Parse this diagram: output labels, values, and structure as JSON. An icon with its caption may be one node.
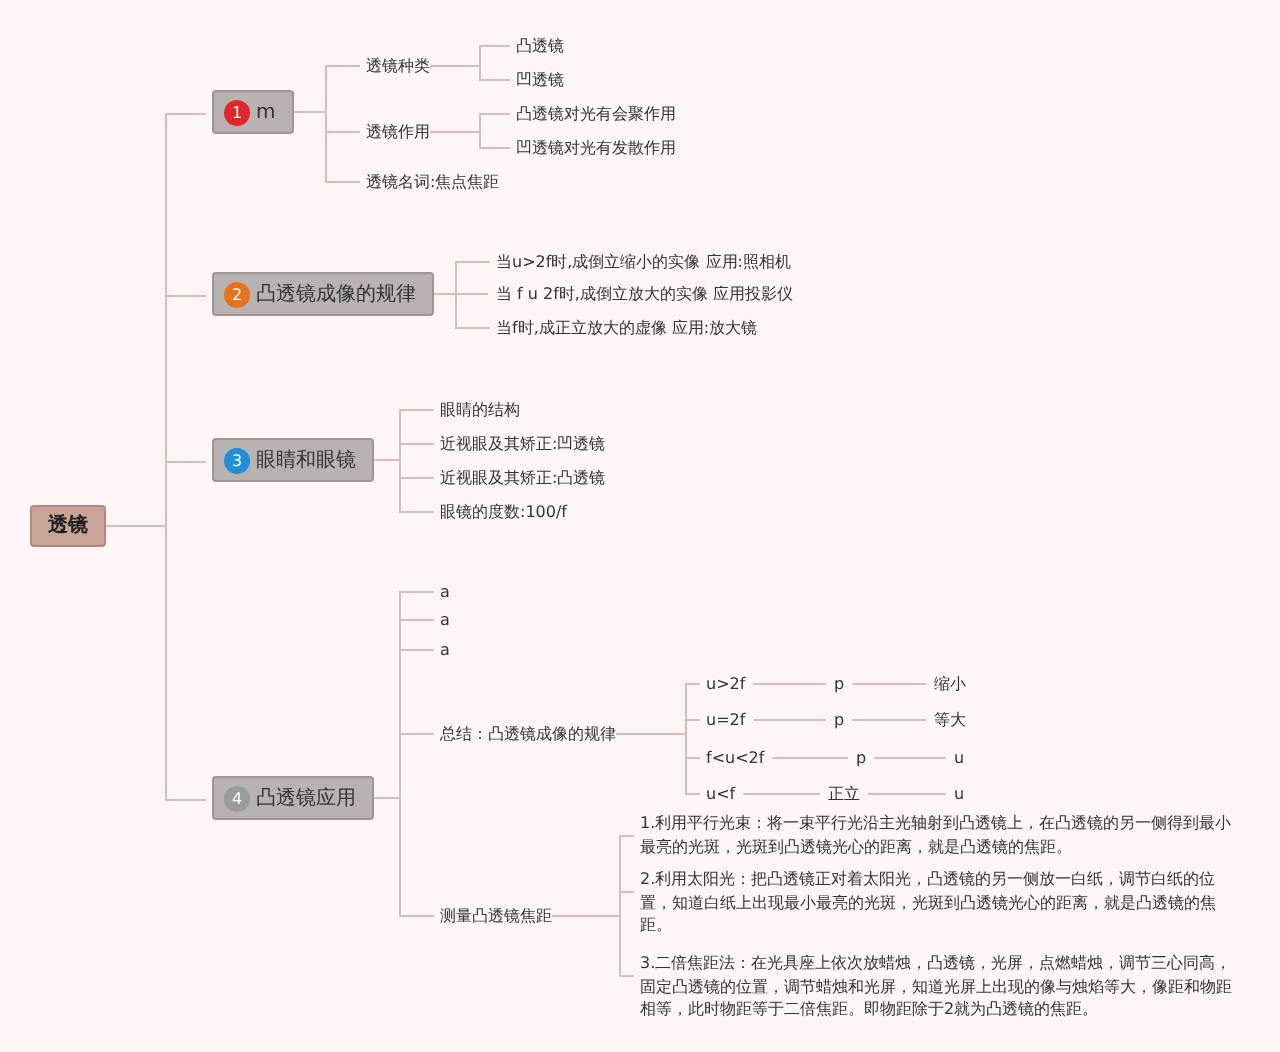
{
  "diagram": {
    "nodes": [
      {
        "text": [
          "透镜"
        ]
      },
      {
        "text": [
          "1",
          "m"
        ]
      },
      {
        "text": [
          "透镜种类"
        ]
      },
      {
        "text": [
          "凸透镜"
        ]
      },
      {
        "text": [
          "凹透镜"
        ]
      },
      {
        "text": [
          "透镜作用"
        ]
      },
      {
        "text": [
          "凸透镜对光有会聚作用"
        ]
      },
      {
        "text": [
          "凹透镜对光有发散作用"
        ]
      },
      {
        "text": [
          "透镜名词:焦点焦距"
        ]
      },
      {
        "text": [
          "2",
          "凸透镜成像的规律"
        ]
      },
      {
        "text": [
          "当u>2f时,成倒立缩小的实像 应用:照相机"
        ]
      },
      {
        "text": [
          "当 f u 2f时,成倒立放大的实像 应用投影仪"
        ]
      },
      {
        "text": [
          "当f时,成正立放大的虚像 应用:放大镜"
        ]
      },
      {
        "text": [
          "3",
          "眼睛和眼镜"
        ]
      },
      {
        "text": [
          "眼睛的结构"
        ]
      },
      {
        "text": [
          "近视眼及其矫正:凹透镜"
        ]
      },
      {
        "text": [
          "近视眼及其矫正:凸透镜"
        ]
      },
      {
        "text": [
          "眼镜的度数:100/f"
        ]
      },
      {
        "text": [
          "4",
          "凸透镜应用"
        ]
      },
      {
        "text": [
          "a"
        ]
      },
      {
        "text": [
          "a"
        ]
      },
      {
        "text": [
          "a"
        ]
      },
      {
        "text": [
          "总结：凸透镜成像的规律"
        ]
      },
      {
        "text": [
          "u>2f"
        ]
      },
      {
        "text": [
          "p"
        ]
      },
      {
        "text": [
          "缩小"
        ]
      },
      {
        "text": [
          "u=2f"
        ]
      },
      {
        "text": [
          "p"
        ]
      },
      {
        "text": [
          "等大"
        ]
      },
      {
        "text": [
          "f<u<2f"
        ]
      },
      {
        "text": [
          "p"
        ]
      },
      {
        "text": [
          "u"
        ]
      },
      {
        "text": [
          "u<f"
        ]
      },
      {
        "text": [
          "正立"
        ]
      },
      {
        "text": [
          "u"
        ]
      },
      {
        "text": [
          "测量凸透镜焦距"
        ]
      },
      {
        "text": [
          "1.利用平行光束：将一束平行光沿主光轴射到凸透镜上，在凸透镜的另一侧得到最小最亮的光斑，光斑到凸透镜光心的距离，就是凸透镜的焦距。"
        ]
      },
      {
        "text": [
          "2.利用太阳光：把凸透镜正对着太阳光，凸透镜的另一侧放一白纸，调节白纸的位置，知道白纸上出现最小最亮的光斑，光斑到凸透镜光心的距离，就是凸透镜的焦距。"
        ]
      },
      {
        "text": [
          "3.二倍焦距法：在光具座上依次放蜡烛，凸透镜，光屏，点燃蜡烛，调节三心同高，固定凸透镜的位置，调节蜡烛和光屏，知道光屏上出现的像与烛焰等大，像距和物距相等，此时物距等于二倍焦距。即物距除于2就为凸透镜的焦距。"
        ]
      }
    ],
    "edges": [
      {
        "from": 0,
        "to": 1,
        "arrow": "none"
      },
      {
        "from": 0,
        "to": 9,
        "arrow": "none"
      },
      {
        "from": 0,
        "to": 13,
        "arrow": "none"
      },
      {
        "from": 0,
        "to": 18,
        "arrow": "none"
      },
      {
        "from": 1,
        "to": 2,
        "arrow": "none"
      },
      {
        "from": 1,
        "to": 5,
        "arrow": "none"
      },
      {
        "from": 1,
        "to": 8,
        "arrow": "none"
      },
      {
        "from": 2,
        "to": 3,
        "arrow": "none"
      },
      {
        "from": 2,
        "to": 4,
        "arrow": "none"
      },
      {
        "from": 5,
        "to": 6,
        "arrow": "none"
      },
      {
        "from": 5,
        "to": 7,
        "arrow": "none"
      },
      {
        "from": 9,
        "to": 10,
        "arrow": "none"
      },
      {
        "from": 9,
        "to": 11,
        "arrow": "none"
      },
      {
        "from": 9,
        "to": 12,
        "arrow": "none"
      },
      {
        "from": 13,
        "to": 14,
        "arrow": "none"
      },
      {
        "from": 13,
        "to": 15,
        "arrow": "none"
      },
      {
        "from": 13,
        "to": 16,
        "arrow": "none"
      },
      {
        "from": 13,
        "to": 17,
        "arrow": "none"
      },
      {
        "from": 18,
        "to": 19,
        "arrow": "none"
      },
      {
        "from": 18,
        "to": 20,
        "arrow": "none"
      },
      {
        "from": 18,
        "to": 21,
        "arrow": "none"
      },
      {
        "from": 18,
        "to": 22,
        "arrow": "none"
      },
      {
        "from": 18,
        "to": 35,
        "arrow": "none"
      },
      {
        "from": 22,
        "to": 23,
        "arrow": "none"
      },
      {
        "from": 22,
        "to": 26,
        "arrow": "none"
      },
      {
        "from": 22,
        "to": 29,
        "arrow": "none"
      },
      {
        "from": 22,
        "to": 32,
        "arrow": "none"
      },
      {
        "from": 23,
        "to": 24,
        "arrow": "none"
      },
      {
        "from": 24,
        "to": 25,
        "arrow": "none"
      },
      {
        "from": 26,
        "to": 27,
        "arrow": "none"
      },
      {
        "from": 27,
        "to": 28,
        "arrow": "none"
      },
      {
        "from": 29,
        "to": 30,
        "arrow": "none"
      },
      {
        "from": 30,
        "to": 31,
        "arrow": "none"
      },
      {
        "from": 32,
        "to": 33,
        "arrow": "none"
      },
      {
        "from": 33,
        "to": 34,
        "arrow": "none"
      },
      {
        "from": 35,
        "to": 36,
        "arrow": "none"
      },
      {
        "from": 35,
        "to": 37,
        "arrow": "none"
      },
      {
        "from": 35,
        "to": 38,
        "arrow": "none"
      }
    ]
  }
}
